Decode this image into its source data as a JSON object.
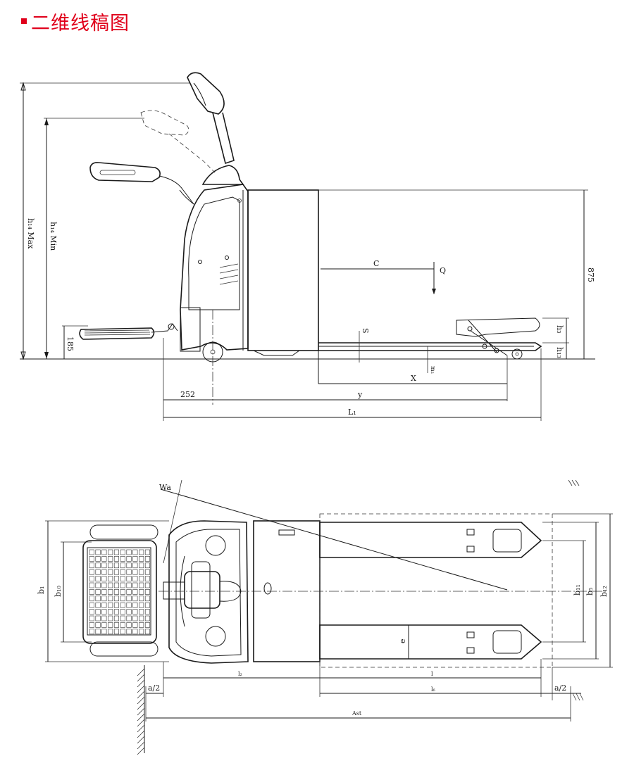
{
  "title": "二维线稿图",
  "colors": {
    "accent": "#e0001b",
    "line": "#1a1a1a"
  },
  "side_view": {
    "h14_label": "h₁₄  Max",
    "h14_min_label": "h₁₄  Min",
    "h185": "185",
    "h875": "875",
    "c_label": "C",
    "q_label": "Q",
    "s_label": "S",
    "h3_label": "h₃",
    "h13_label": "h₁₃",
    "m2_label": "m₂",
    "x_label": "X",
    "d252": "252",
    "y_label": "y",
    "l1_label": "L₁"
  },
  "top_view": {
    "wa_label": "Wa",
    "b1_label": "b₁",
    "b10_label": "b₁₀",
    "e_label": "e",
    "b11_label": "b₁₁",
    "b5_label": "b₅",
    "b12_label": "b₁₂",
    "l2_label": "l₂",
    "l_label": "l",
    "a2_left": "a/2",
    "a2_right": "a/2",
    "l6_label": "l₆",
    "ast_label": "Ast"
  }
}
